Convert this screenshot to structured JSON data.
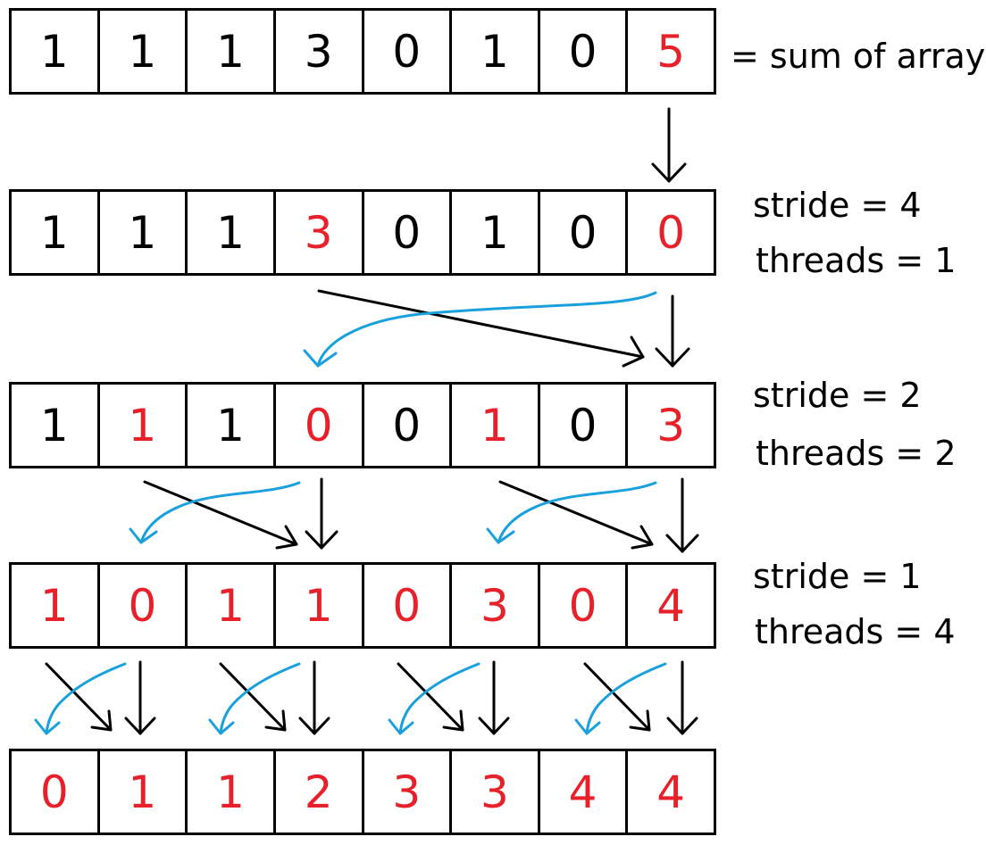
{
  "rows": [
    {
      "cells": [
        {
          "value": "1",
          "highlight": false
        },
        {
          "value": "1",
          "highlight": false
        },
        {
          "value": "1",
          "highlight": false
        },
        {
          "value": "3",
          "highlight": false
        },
        {
          "value": "0",
          "highlight": false
        },
        {
          "value": "1",
          "highlight": false
        },
        {
          "value": "0",
          "highlight": false
        },
        {
          "value": "5",
          "highlight": true
        }
      ],
      "labels": [
        "= sum of array"
      ]
    },
    {
      "cells": [
        {
          "value": "1",
          "highlight": false
        },
        {
          "value": "1",
          "highlight": false
        },
        {
          "value": "1",
          "highlight": false
        },
        {
          "value": "3",
          "highlight": true
        },
        {
          "value": "0",
          "highlight": false
        },
        {
          "value": "1",
          "highlight": false
        },
        {
          "value": "0",
          "highlight": false
        },
        {
          "value": "0",
          "highlight": true
        }
      ],
      "labels": [
        "stride = 4",
        "threads = 1"
      ]
    },
    {
      "cells": [
        {
          "value": "1",
          "highlight": false
        },
        {
          "value": "1",
          "highlight": true
        },
        {
          "value": "1",
          "highlight": false
        },
        {
          "value": "0",
          "highlight": true
        },
        {
          "value": "0",
          "highlight": false
        },
        {
          "value": "1",
          "highlight": true
        },
        {
          "value": "0",
          "highlight": false
        },
        {
          "value": "3",
          "highlight": true
        }
      ],
      "labels": [
        "stride = 2",
        "threads = 2"
      ]
    },
    {
      "cells": [
        {
          "value": "1",
          "highlight": true
        },
        {
          "value": "0",
          "highlight": true
        },
        {
          "value": "1",
          "highlight": true
        },
        {
          "value": "1",
          "highlight": true
        },
        {
          "value": "0",
          "highlight": true
        },
        {
          "value": "3",
          "highlight": true
        },
        {
          "value": "0",
          "highlight": true
        },
        {
          "value": "4",
          "highlight": true
        }
      ],
      "labels": [
        "stride = 1",
        "threads = 4"
      ]
    },
    {
      "cells": [
        {
          "value": "0",
          "highlight": true
        },
        {
          "value": "1",
          "highlight": true
        },
        {
          "value": "1",
          "highlight": true
        },
        {
          "value": "2",
          "highlight": true
        },
        {
          "value": "3",
          "highlight": true
        },
        {
          "value": "3",
          "highlight": true
        },
        {
          "value": "4",
          "highlight": true
        },
        {
          "value": "4",
          "highlight": true
        }
      ],
      "labels": []
    }
  ],
  "colors": {
    "highlight": "#e8202a",
    "text": "#000000",
    "swap_arrow": "#1aa0dc",
    "add_arrow": "#000000"
  }
}
